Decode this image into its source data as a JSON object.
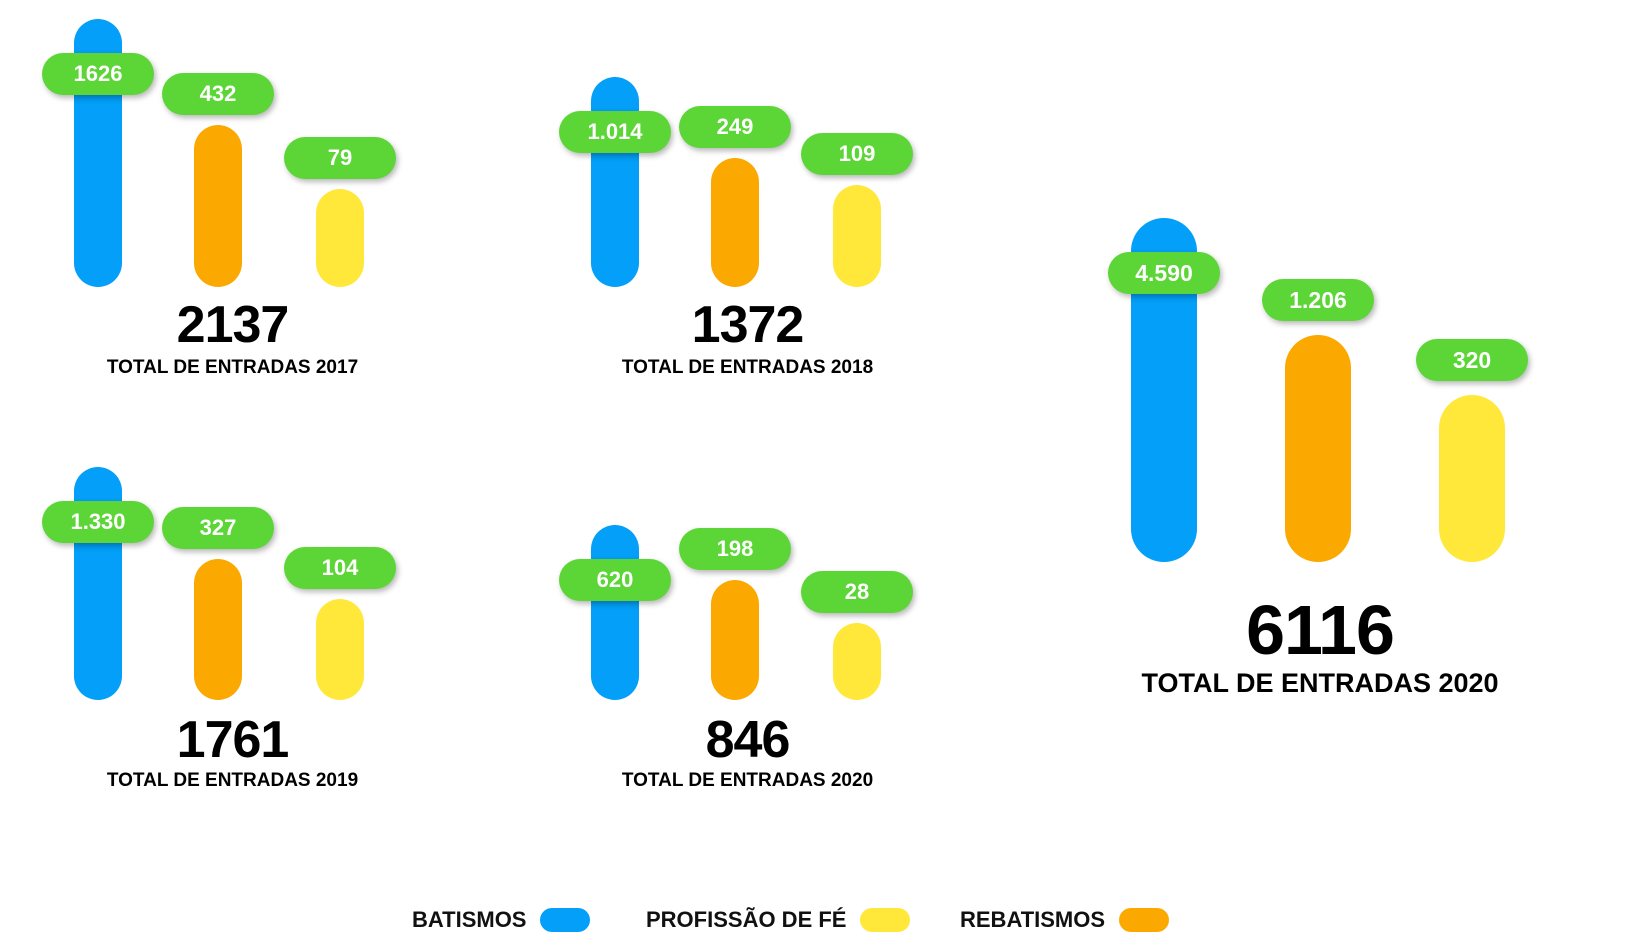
{
  "colors": {
    "batismos": "#039ff8",
    "rebatismos": "#fba900",
    "profissao": "#ffe83a",
    "pill": "#5cd636"
  },
  "chart_data": [
    {
      "type": "bar",
      "series": [
        {
          "key": "batismos",
          "value": 1626,
          "label": "1626"
        },
        {
          "key": "rebatismos",
          "value": 432,
          "label": "432"
        },
        {
          "key": "profissao",
          "value": 79,
          "label": "79"
        }
      ],
      "total": "2137",
      "caption": "TOTAL DE ENTRADAS 2017"
    },
    {
      "type": "bar",
      "series": [
        {
          "key": "batismos",
          "value": 1014,
          "label": "1.014"
        },
        {
          "key": "rebatismos",
          "value": 249,
          "label": "249"
        },
        {
          "key": "profissao",
          "value": 109,
          "label": "109"
        }
      ],
      "total": "1372",
      "caption": "TOTAL DE ENTRADAS 2018"
    },
    {
      "type": "bar",
      "series": [
        {
          "key": "batismos",
          "value": 1330,
          "label": "1.330"
        },
        {
          "key": "rebatismos",
          "value": 327,
          "label": "327"
        },
        {
          "key": "profissao",
          "value": 104,
          "label": "104"
        }
      ],
      "total": "1761",
      "caption": "TOTAL DE ENTRADAS 2019"
    },
    {
      "type": "bar",
      "series": [
        {
          "key": "batismos",
          "value": 620,
          "label": "620"
        },
        {
          "key": "rebatismos",
          "value": 198,
          "label": "198"
        },
        {
          "key": "profissao",
          "value": 28,
          "label": "28"
        }
      ],
      "total": "846",
      "caption": "TOTAL DE ENTRADAS 2020"
    },
    {
      "type": "bar",
      "series": [
        {
          "key": "batismos",
          "value": 4590,
          "label": "4.590"
        },
        {
          "key": "rebatismos",
          "value": 1206,
          "label": "1.206"
        },
        {
          "key": "profissao",
          "value": 320,
          "label": "320"
        }
      ],
      "total": "6116",
      "caption": "TOTAL DE ENTRADAS 2020"
    }
  ],
  "legend": [
    {
      "key": "batismos",
      "label": "BATISMOS"
    },
    {
      "key": "profissao",
      "label": "PROFISSÃO DE FÉ"
    },
    {
      "key": "rebatismos",
      "label": "REBATISMOS"
    }
  ]
}
